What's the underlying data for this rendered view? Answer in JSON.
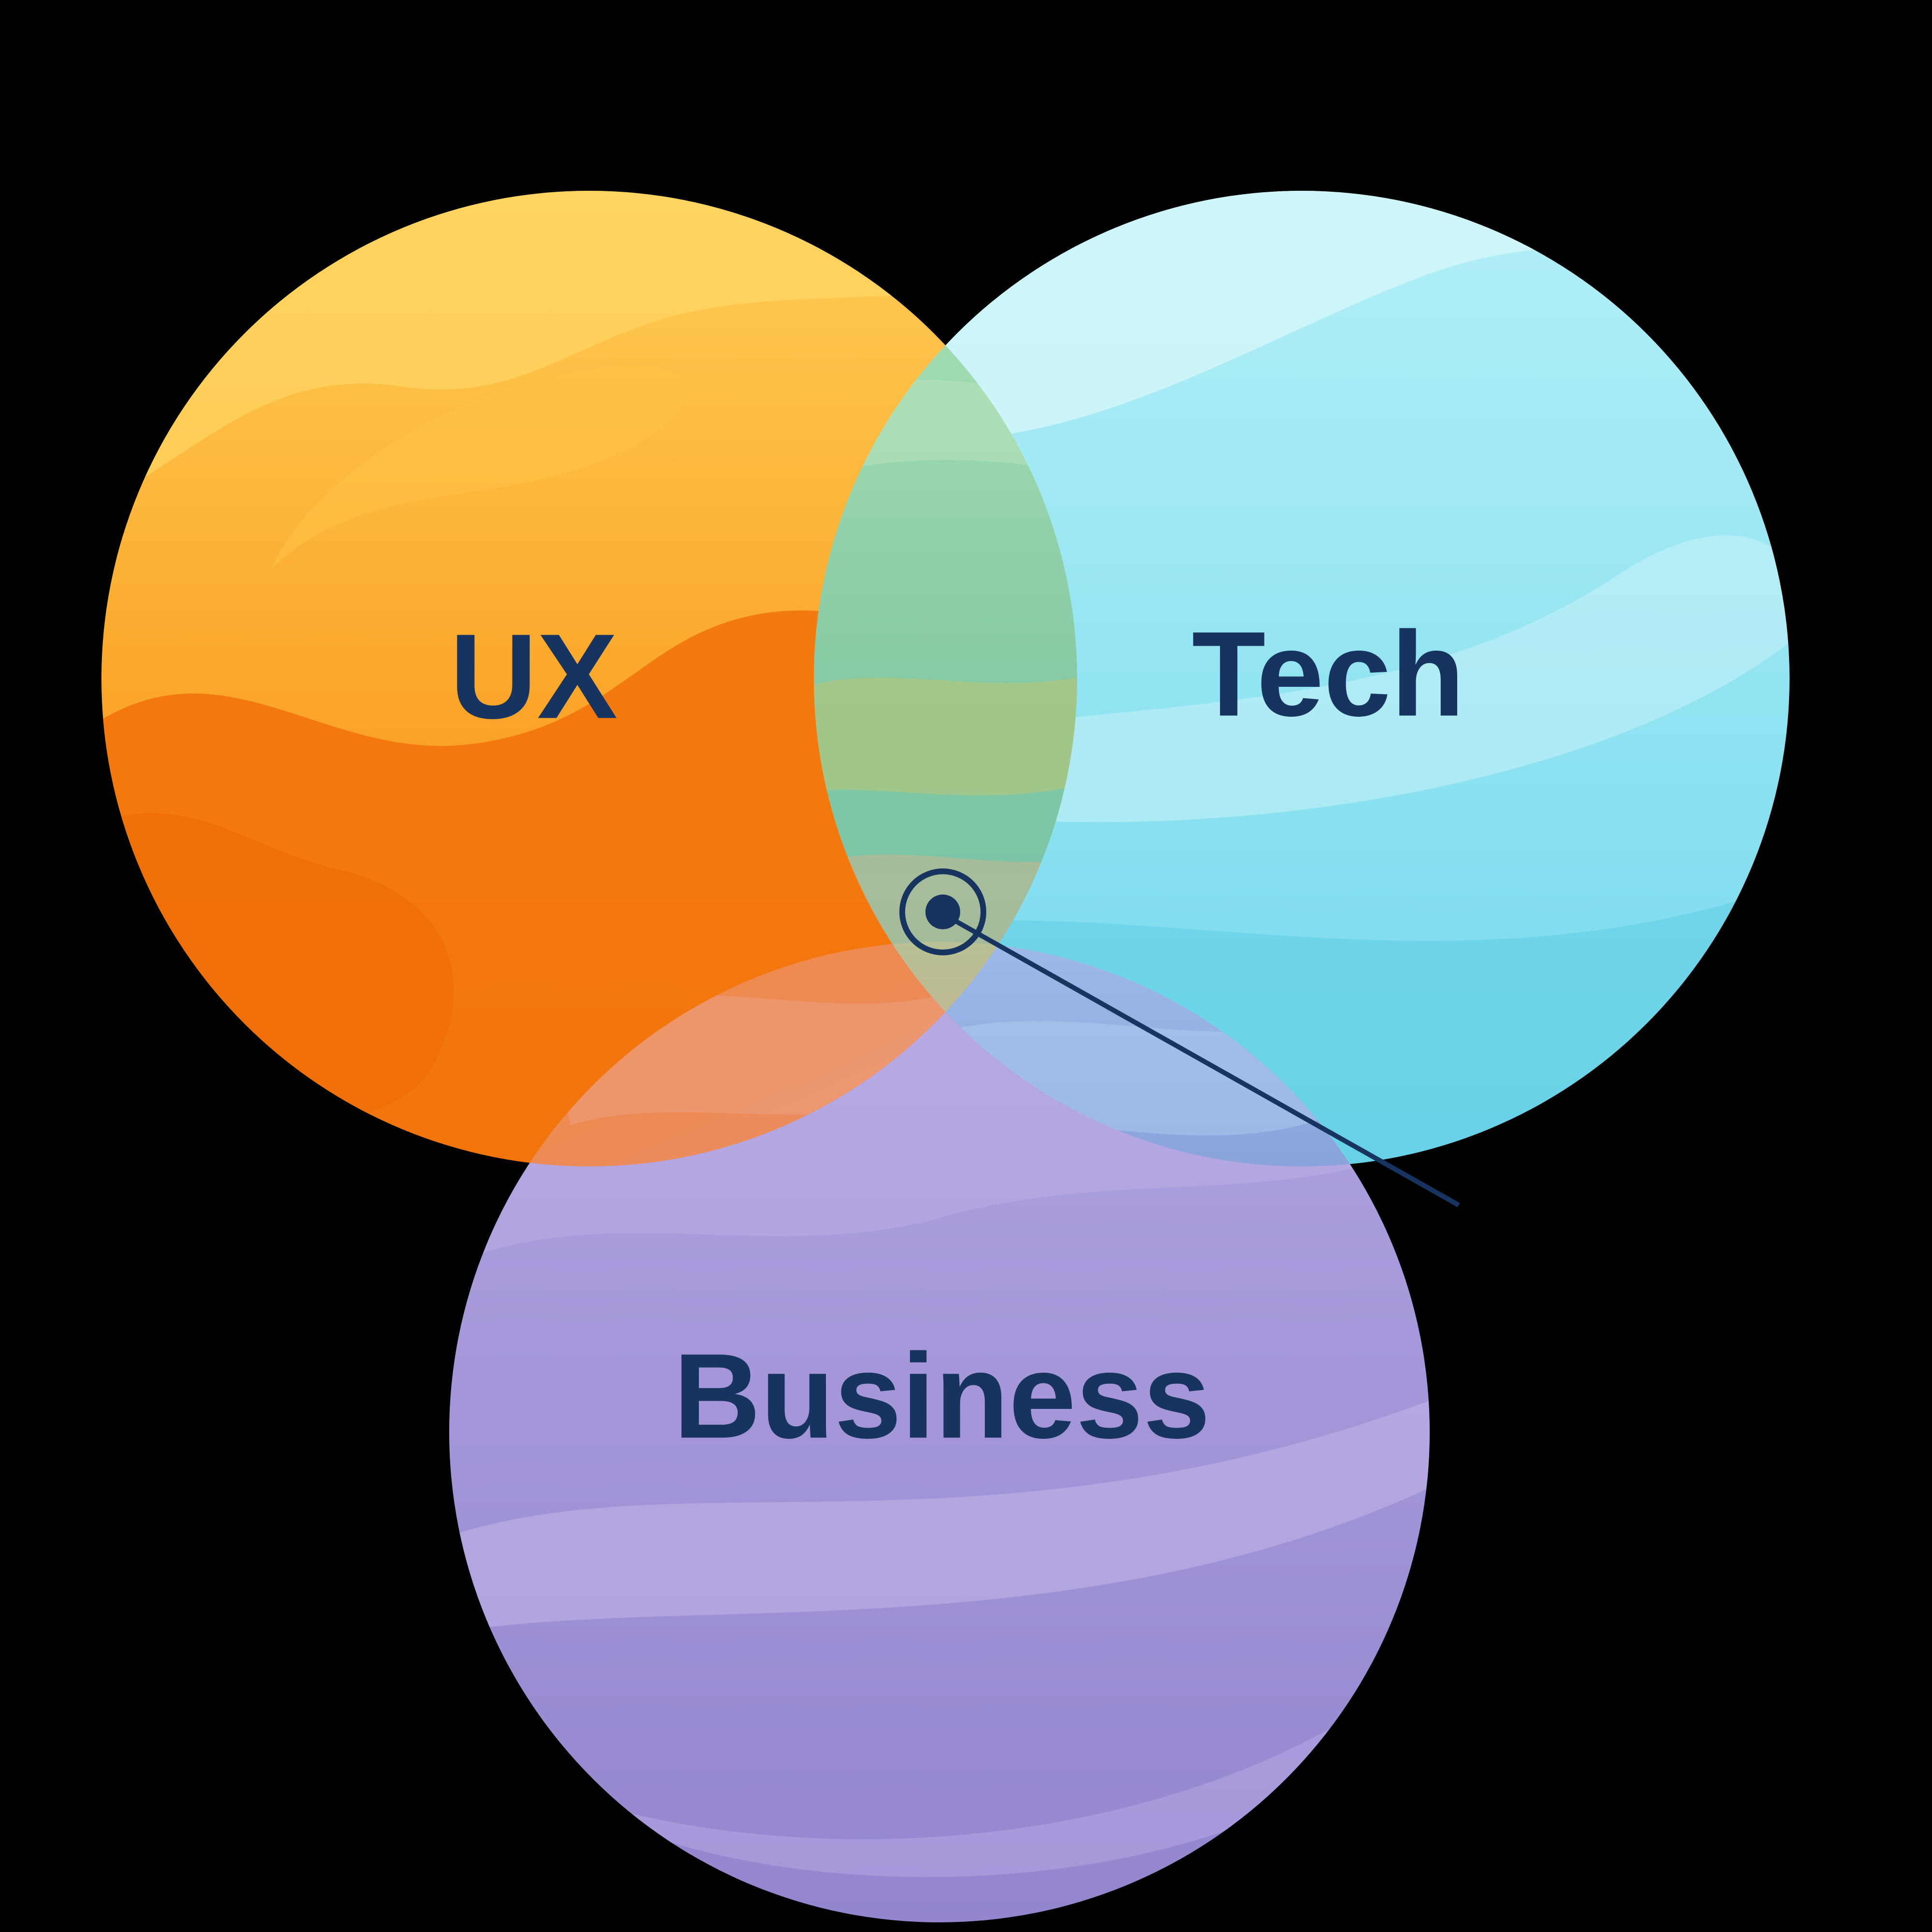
{
  "diagram": {
    "type": "venn",
    "background_color": "#000000",
    "label_color": "#16345F",
    "circles": [
      {
        "id": "ux",
        "label": "UX",
        "color": "#F99D26",
        "color_light": "#FFD766",
        "color_dark": "#F2740C"
      },
      {
        "id": "tech",
        "label": "Tech",
        "color": "#8BE2F1",
        "color_light": "#D8F8FB",
        "color_dark": "#5FCCE4"
      },
      {
        "id": "business",
        "label": "Business",
        "color": "#A396DB",
        "color_light": "#C3B6EA",
        "color_dark": "#9485CE"
      }
    ],
    "overlaps": {
      "ux_tech": "#83C9A4",
      "ux_business": "#EC8B52",
      "tech_business": "#93B0E2",
      "center": "#BFBC92"
    },
    "callout": {
      "marker_color": "#16345F",
      "marker": "intersection-dot-with-ring-and-leader-line"
    }
  }
}
